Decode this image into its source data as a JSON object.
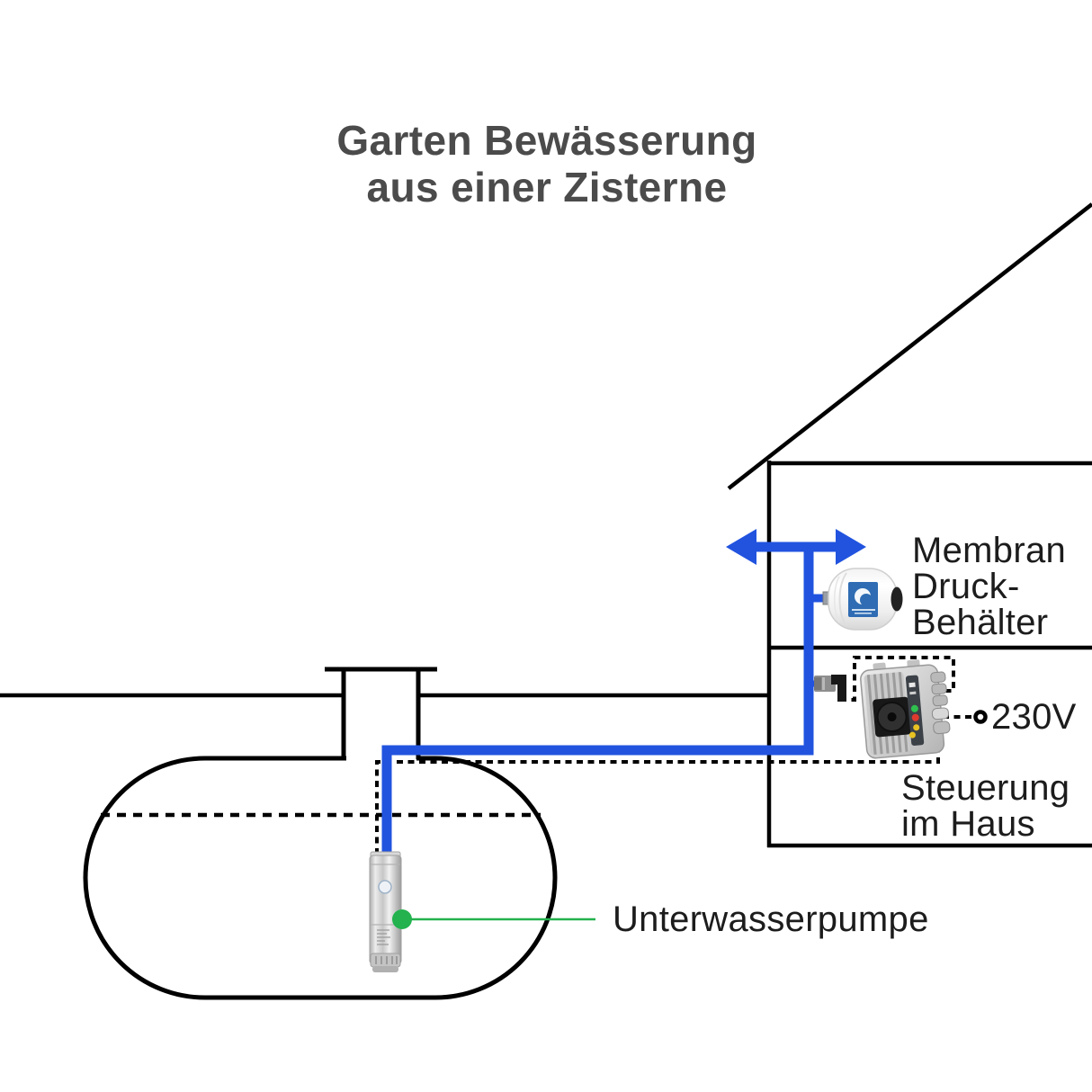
{
  "title": {
    "line1": "Garten Bewässerung",
    "line2": "aus einer Zisterne"
  },
  "labels": {
    "membrane_tank": {
      "line1": "Membran",
      "line2": "Druck-",
      "line3": "Behälter"
    },
    "voltage": "230V",
    "controller": {
      "line1": "Steuerung",
      "line2": "im Haus"
    },
    "pump": "Unterwasserpumpe"
  },
  "colors": {
    "pipe_blue": "#2153df",
    "callout_green": "#23b24e",
    "line_black": "#000000",
    "title_gray": "#4b4b4b",
    "label_text": "#1c1c1c",
    "tank_label_blue": "#2f6cb3",
    "led_green": "#2fbf4e",
    "led_red": "#e03a2f",
    "led_yellow": "#e8c222"
  }
}
